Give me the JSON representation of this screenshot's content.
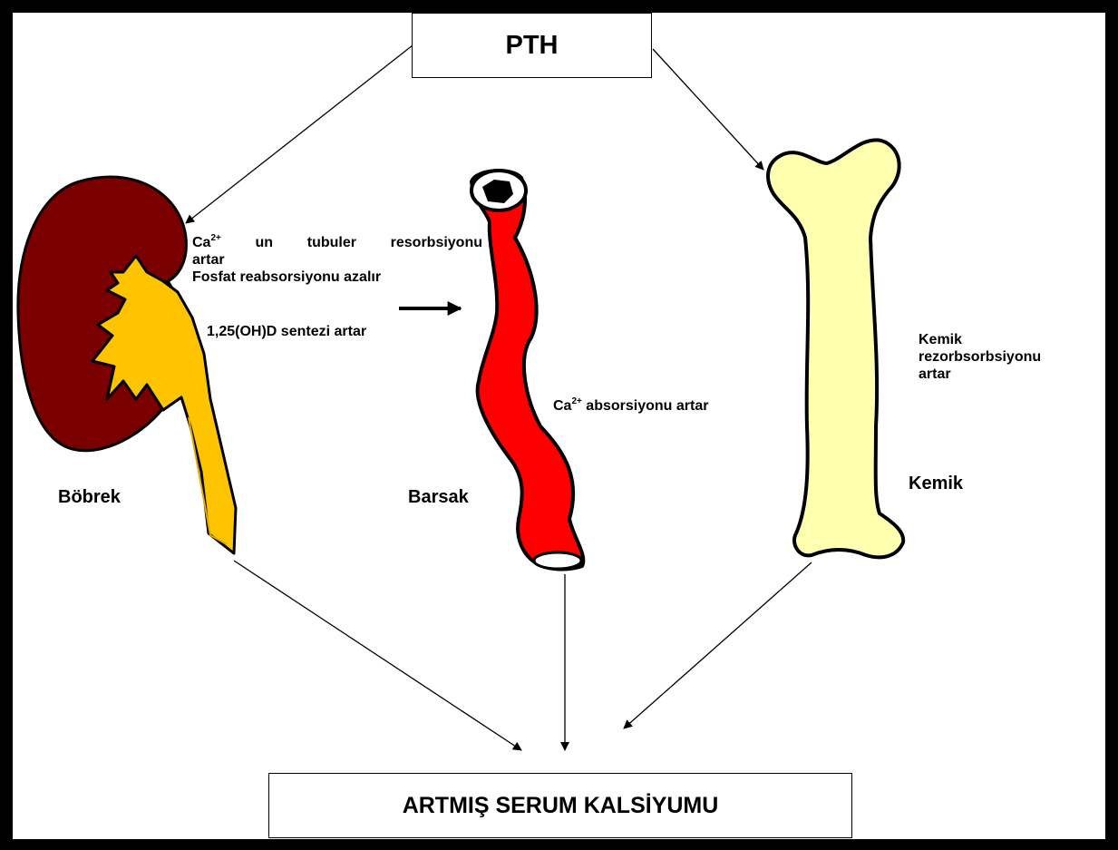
{
  "pth": "PTH",
  "result": "ARTMIŞ SERUM KALSİYUMU",
  "kidney": {
    "name": "Böbrek",
    "effect1": {
      "prefix": "Ca",
      "sup": "2+",
      "w1": "un",
      "w2": "tubuler",
      "w3": "resorbsiyonu"
    },
    "effect1_cont": "artar",
    "effect2": "Fosfat reabsorsiyonu azalır",
    "effect3": "1,25(OH)D sentezi artar",
    "colors": {
      "cortex": "#7A0000",
      "pelvis": "#FFC400"
    }
  },
  "intestine": {
    "name": "Barsak",
    "effect": {
      "prefix": "Ca",
      "sup": "2+",
      "text": " absorsiyonu artar"
    },
    "colors": {
      "wall": "#FF0000"
    }
  },
  "bone": {
    "name": "Kemik",
    "effect_lines": [
      "Kemik",
      "rezorbsorbsiyonu",
      "artar"
    ],
    "colors": {
      "fill": "#FFFFB0"
    }
  }
}
